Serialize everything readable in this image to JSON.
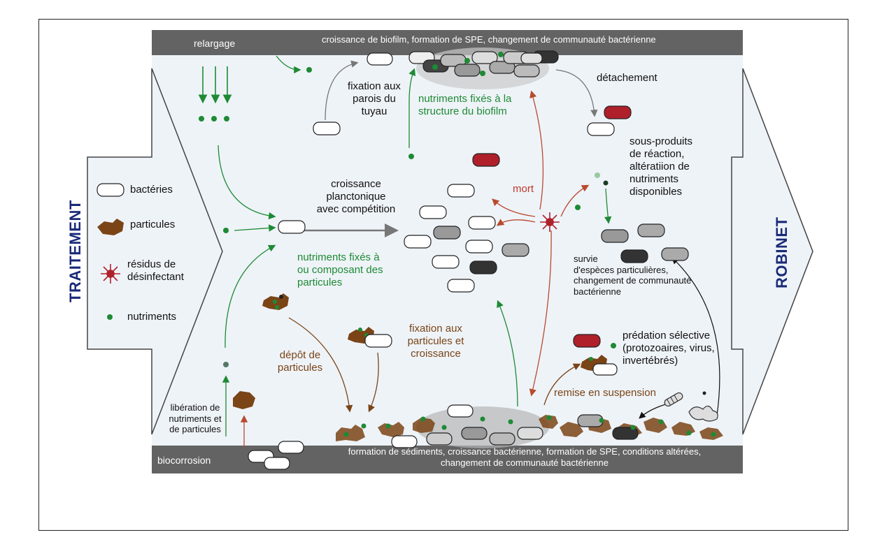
{
  "labels": {
    "top_band": "croissance de biofilm, formation de SPE, changement de communauté bactérienne",
    "relargage": "relargage",
    "detachement": "détachement",
    "fixation_parois": "fixation aux\nparois du\ntuyau",
    "nutriments_biofilm": "nutriments fixés à la\nstructure du biofilm",
    "sous_produits": "sous-produits\nde réaction,\naltératiion de\nnutriments\ndisponibles",
    "croissance_planctonique": "croissance\nplanctonique\navec compétition",
    "mort": "mort",
    "nutriments_particules": "nutriments fixés à\nou composant des\nparticules",
    "survie": "survie\nd'espèces particulières,\nchangement de communauté\nbactérienne",
    "depot": "dépôt de\nparticules",
    "fixation_particules": "fixation aux\nparticules et\ncroissance",
    "predation": "prédation sélective\n(protozoaires, virus,\ninvertébrés)",
    "remise": "remise en suspension",
    "liberation": "libération de\nnutriments et\nde particules",
    "biocorrosion": "biocorrosion",
    "bottom_band": "formation de sédiments, croissance bactérienne, formation de SPE, conditions altérées,\nchangement de communauté bactérienne",
    "traitement": "TRAITEMENT",
    "robinet": "ROBINET"
  },
  "legend": {
    "bacteries": "bactéries",
    "particules": "particules",
    "residus": "résidus de\ndésinfectant",
    "nutriments": "nutriments"
  },
  "colors": {
    "green": "#1e8a34",
    "brown": "#7a4416",
    "red": "#c0392b",
    "band": "#636363",
    "pipe": "#eef3f8",
    "navy": "#1a2a78"
  }
}
